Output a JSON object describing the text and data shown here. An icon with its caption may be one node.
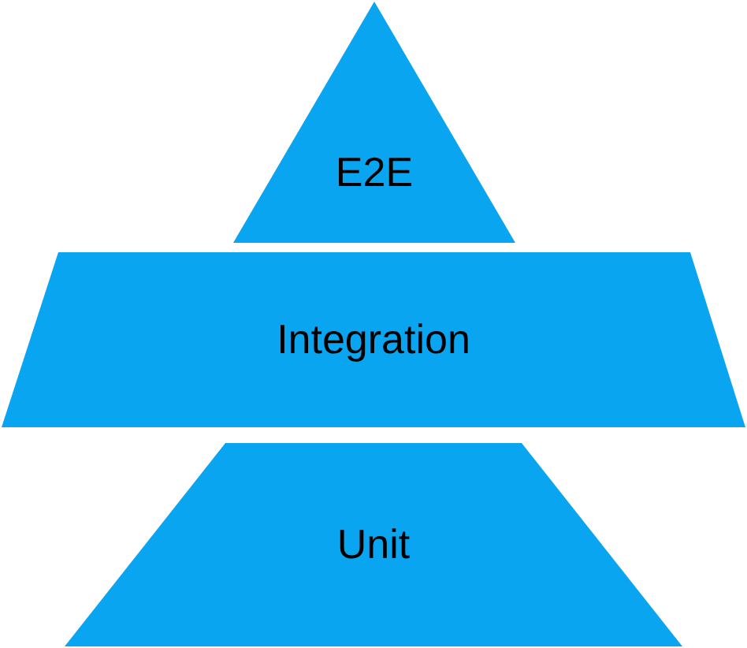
{
  "diagram": {
    "nodes": [
      {
        "text": [
          "E2E"
        ]
      },
      {
        "text": [
          "Integration"
        ]
      },
      {
        "text": [
          "Unit"
        ]
      }
    ]
  }
}
